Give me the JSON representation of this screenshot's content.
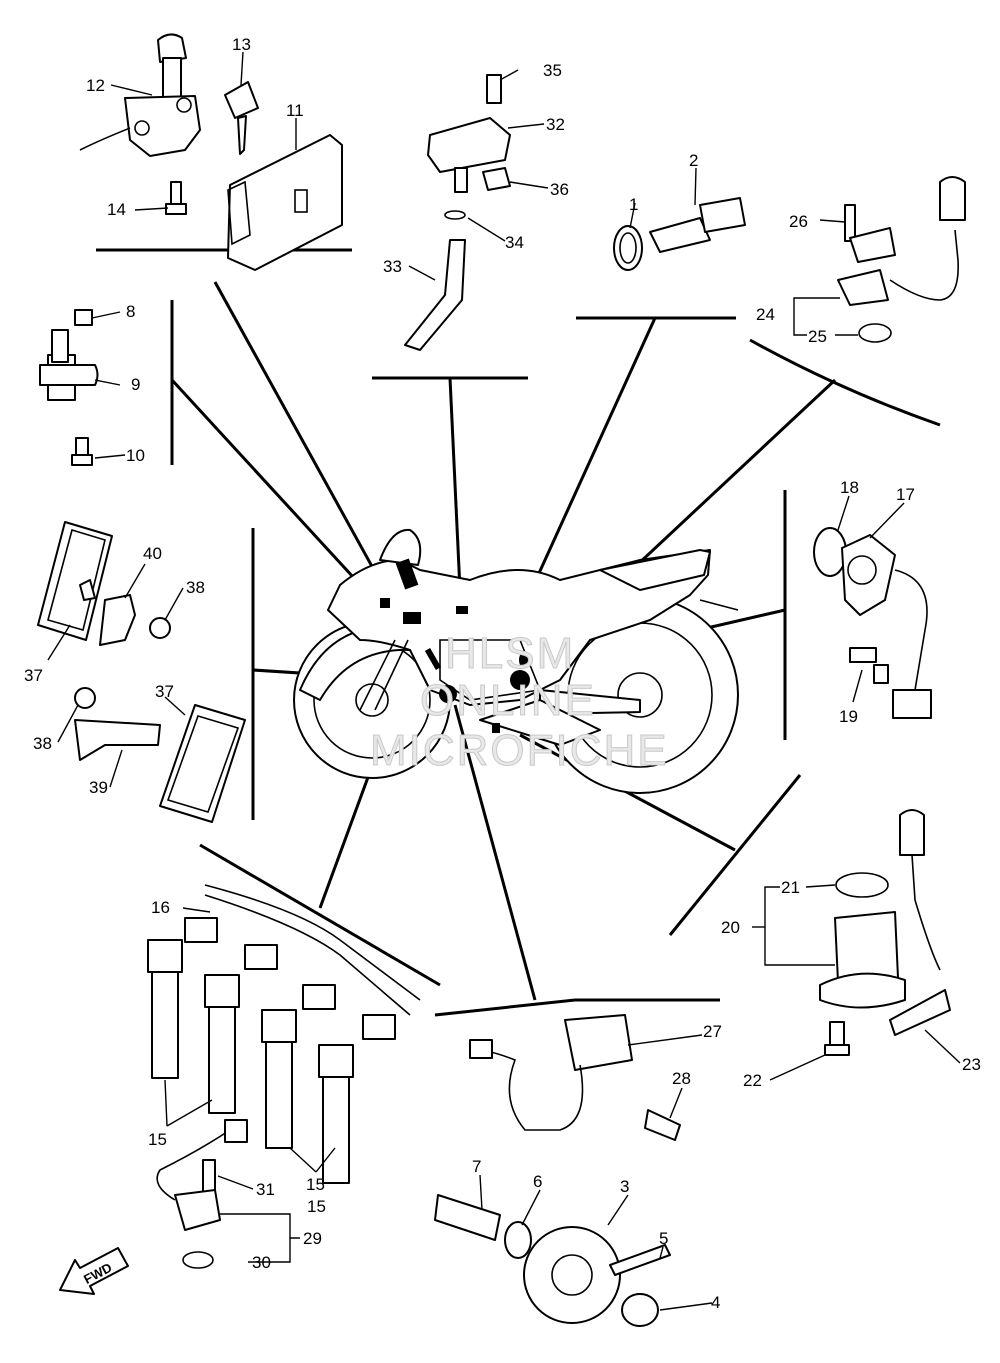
{
  "watermark": {
    "line1": "HLSM",
    "line2": "ONLINE",
    "line3": "MICROFICHE"
  },
  "direction_marker": "FWD",
  "callouts": [
    "1",
    "2",
    "3",
    "4",
    "5",
    "6",
    "7",
    "8",
    "9",
    "10",
    "11",
    "12",
    "13",
    "14",
    "15",
    "15",
    "15",
    "16",
    "17",
    "18",
    "19",
    "20",
    "21",
    "22",
    "23",
    "24",
    "25",
    "26",
    "27",
    "28",
    "29",
    "30",
    "31",
    "32",
    "33",
    "34",
    "35",
    "36",
    "37",
    "37",
    "38",
    "38",
    "39",
    "40"
  ]
}
